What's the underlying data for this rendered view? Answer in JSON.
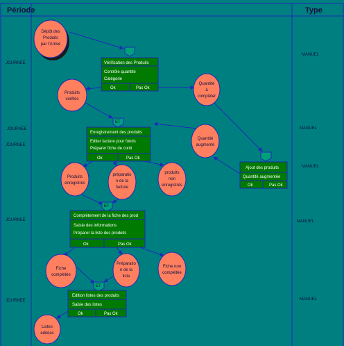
{
  "header": {
    "periode": "Période",
    "type": "Type"
  },
  "colors": {
    "background": "#007f80",
    "header": "#008080",
    "line": "#1e2ab8",
    "ellipse_fill": "#ff7f5f",
    "box_fill": "#007a00",
    "event_fill": "#00a07a",
    "text_light": "#ffffff",
    "text_dark": "#101040"
  },
  "left_labels": {
    "j1": "JOURNEE",
    "j2": "JOURNEE",
    "j3": "JOURNEE",
    "j4": "JOURNEE",
    "j5": "JOURNEE"
  },
  "right_labels": {
    "m1": "MANUEL",
    "m2": "MANUEL",
    "m3": "MANUEL",
    "m4": "MANUEL",
    "m5": "MANUEL"
  },
  "events": {
    "e1": "",
    "e2": "ET",
    "e3": "",
    "e4": "ET",
    "e5": "ET"
  },
  "ellipses": {
    "depot": [
      "Dépôt des",
      "Produits",
      "par l'Arrivé"
    ],
    "produits_verifies": [
      "Produits",
      "vérifiés"
    ],
    "quantite_completer": [
      "Quantité",
      "à",
      "compléter"
    ],
    "quantite_augmente": [
      "Quantité",
      "augmenté"
    ],
    "produits_enregistres": [
      "Produits",
      "enregistrés"
    ],
    "preparation_facture": [
      "préparatio",
      "n de la",
      "facture"
    ],
    "produits_non_enregistres": [
      "produits",
      "non",
      "enregistrés"
    ],
    "fiche_completee": [
      "Fiche",
      "complétée"
    ],
    "preparation_liste": [
      "Préparatio",
      "n de la",
      "liste"
    ],
    "fiche_non_completee": [
      "Fiche non",
      "complétée"
    ],
    "listes_editees": [
      "Listes",
      "éditées"
    ]
  },
  "boxes": {
    "verification": {
      "title": "Vérification des Produits",
      "lines": [
        "Contrôle quantité",
        "Catégorie"
      ],
      "ok": "Ok",
      "notok": "Pas Ok"
    },
    "enregistrement": {
      "title": "Enregistrement des produits",
      "lines": [
        "Editer facture pour fonds",
        "Préparer fiche de conti"
      ],
      "ok": "Ok",
      "notok": "Pas Ok"
    },
    "ajout": {
      "title": "Ajout des produits",
      "lines": [
        "Quantité augmentée"
      ],
      "ok": "Ok",
      "notok": "Pas Ok"
    },
    "completement": {
      "title": "Complètement de la fiche des prod",
      "lines": [
        "Saisie des informations",
        "Préparer la liste des produits"
      ],
      "ok": "Ok",
      "notok": "Pas Ok"
    },
    "edition": {
      "title": "Edition listes des produits",
      "lines": [
        "Saisie des listes"
      ],
      "ok": "Ok",
      "notok": "Pas Ok"
    }
  }
}
